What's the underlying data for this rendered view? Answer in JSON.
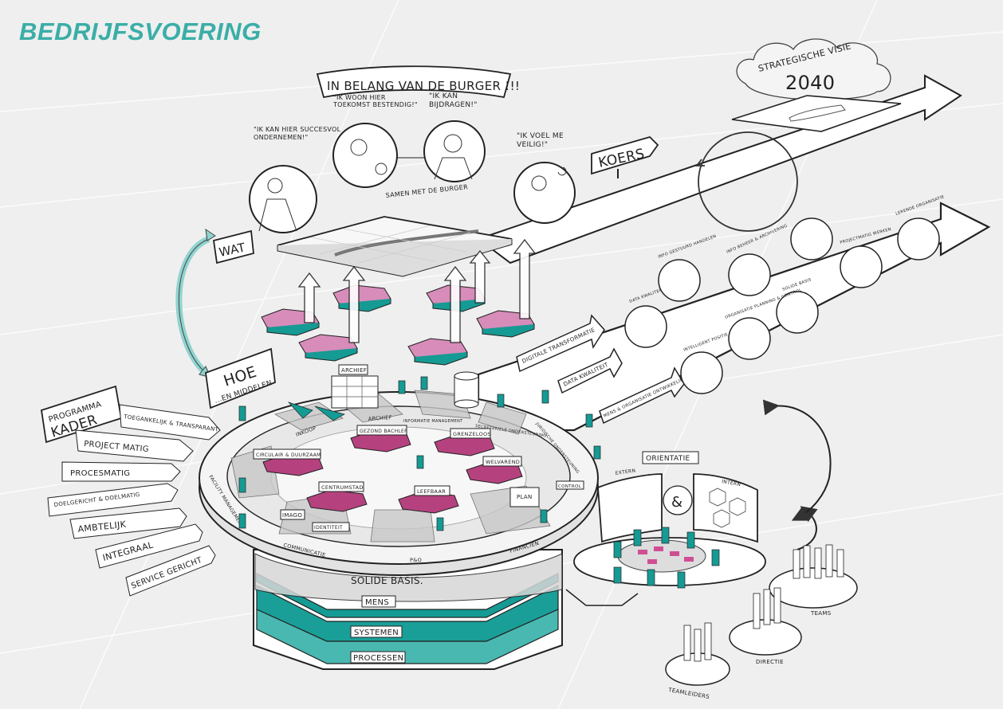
{
  "title": "BEDRIJFSVOERING",
  "colors": {
    "teal": "#3aaea7",
    "teal_dark": "#169a94",
    "magenta": "#b5427f",
    "pink_light": "#d58bb5",
    "background": "#efefef"
  },
  "top": {
    "banner": "IN BELANG VAN DE BURGER !!!",
    "quotes": [
      {
        "text": "\"IK KAN HIER SUCCESVOL ONDERNEMEN!\""
      },
      {
        "text": "\"IK WOON HIER TOEKOMST BESTENDIG!\""
      },
      {
        "text": "\"IK KAN BIJDRAGEN!\""
      },
      {
        "text": "\"IK VOEL ME VEILIG!\""
      }
    ],
    "together": "SAMEN MET DE BURGER"
  },
  "vision": {
    "line1": "STRATEGISCHE VISIE",
    "year": "2040"
  },
  "course": {
    "label": "KOERS"
  },
  "what_how": {
    "what": "WAT",
    "how": "HOE",
    "how_sub": "...EN MIDDELEN"
  },
  "program": {
    "header_line1": "PROGRAMMA",
    "header_line2": "KADER",
    "tags": [
      "TOEGANKELIJK & TRANSPARANT",
      "PROJECT MATIG",
      "PROCESMATIG",
      "DOELGERICHT & DOELMATIG",
      "AMBTELIJK",
      "INTEGRAAL",
      "SERVICE GERICHT"
    ]
  },
  "platform": {
    "sections": [
      "INKOOP",
      "ARCHIEF",
      "INFORMATIE MANAGEMENT",
      "SECRETARIELE ONDERSTEUNING",
      "JURIDISCHE ONDERSTEUNING",
      "FINANCIEN",
      "P&O",
      "COMMUNICATIE",
      "FACILITY MANAGEMENT"
    ],
    "signs": [
      "ARCHIEF",
      "IMAGO",
      "IDENTITEIT",
      "PLAN",
      "CONTROL"
    ],
    "goals": [
      "GEZOND BACHLEF",
      "CIRCULAIR & DUURZAAM",
      "GRENZELOOS",
      "WELVAREND",
      "CENTRUMSTAD",
      "LEEFBAAR"
    ]
  },
  "foundation": {
    "title": "SOLIDE BASIS.",
    "layers": [
      "MENS",
      "SYSTEMEN",
      "PROCESSEN"
    ]
  },
  "arrows": {
    "items": [
      "DIGITALE TRANSFORMATIE",
      "DATA KWALITEIT",
      "MENS & ORGANISATIE ONTWIKKELING"
    ]
  },
  "journey": {
    "steps": [
      "DATA KWALITEIT",
      "INFO GESTUURD HANDELEN",
      "INFO BEHEER & ARCHIVERING",
      "SOLIDE BASIS",
      "PROJECTMATIG WERKEN",
      "LERENDE ORGANISATIE",
      "INTELLIGENT POSITIE",
      "ORGANISATIE PLANNING & CONTROL"
    ]
  },
  "orientation": {
    "label": "ORIENTATIE",
    "external": "EXTERN",
    "internal": "INTERN",
    "amp": "&"
  },
  "groups": [
    "TEAMS",
    "DIRECTIE",
    "TEAMLEIDERS"
  ]
}
